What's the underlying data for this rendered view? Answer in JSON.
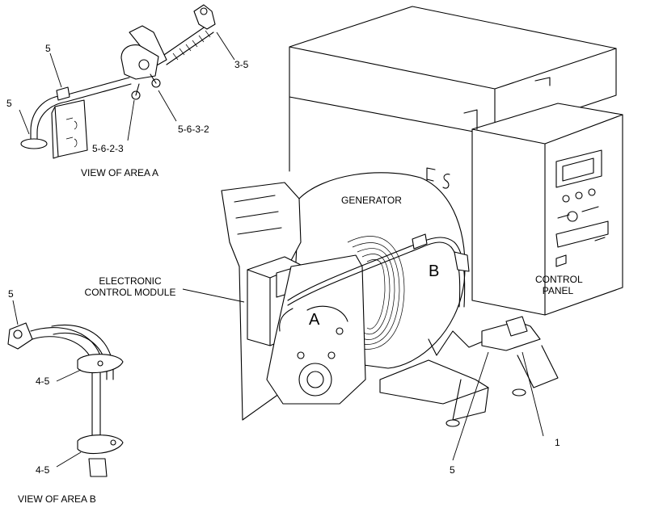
{
  "labels": {
    "generator": "GENERATOR",
    "control_panel_1": "CONTROL",
    "control_panel_2": "PANEL",
    "ecm_1": "ELECTRONIC",
    "ecm_2": "CONTROL MODULE",
    "area_a": "A",
    "area_b": "B",
    "view_area_a": "VIEW OF AREA  A",
    "view_area_b": "VIEW OF AREA  B"
  },
  "callouts": {
    "a_top_clip": "5",
    "a_left_loop": "5",
    "a_conduit": "3-5",
    "a_clip_right": "5-6-3-2",
    "a_clip_left": "5-6-2-3",
    "b_top": "5",
    "b_clip_upper": "4-5",
    "b_clip_lower": "4-5",
    "main_part_1": "1",
    "main_part_5": "5"
  }
}
